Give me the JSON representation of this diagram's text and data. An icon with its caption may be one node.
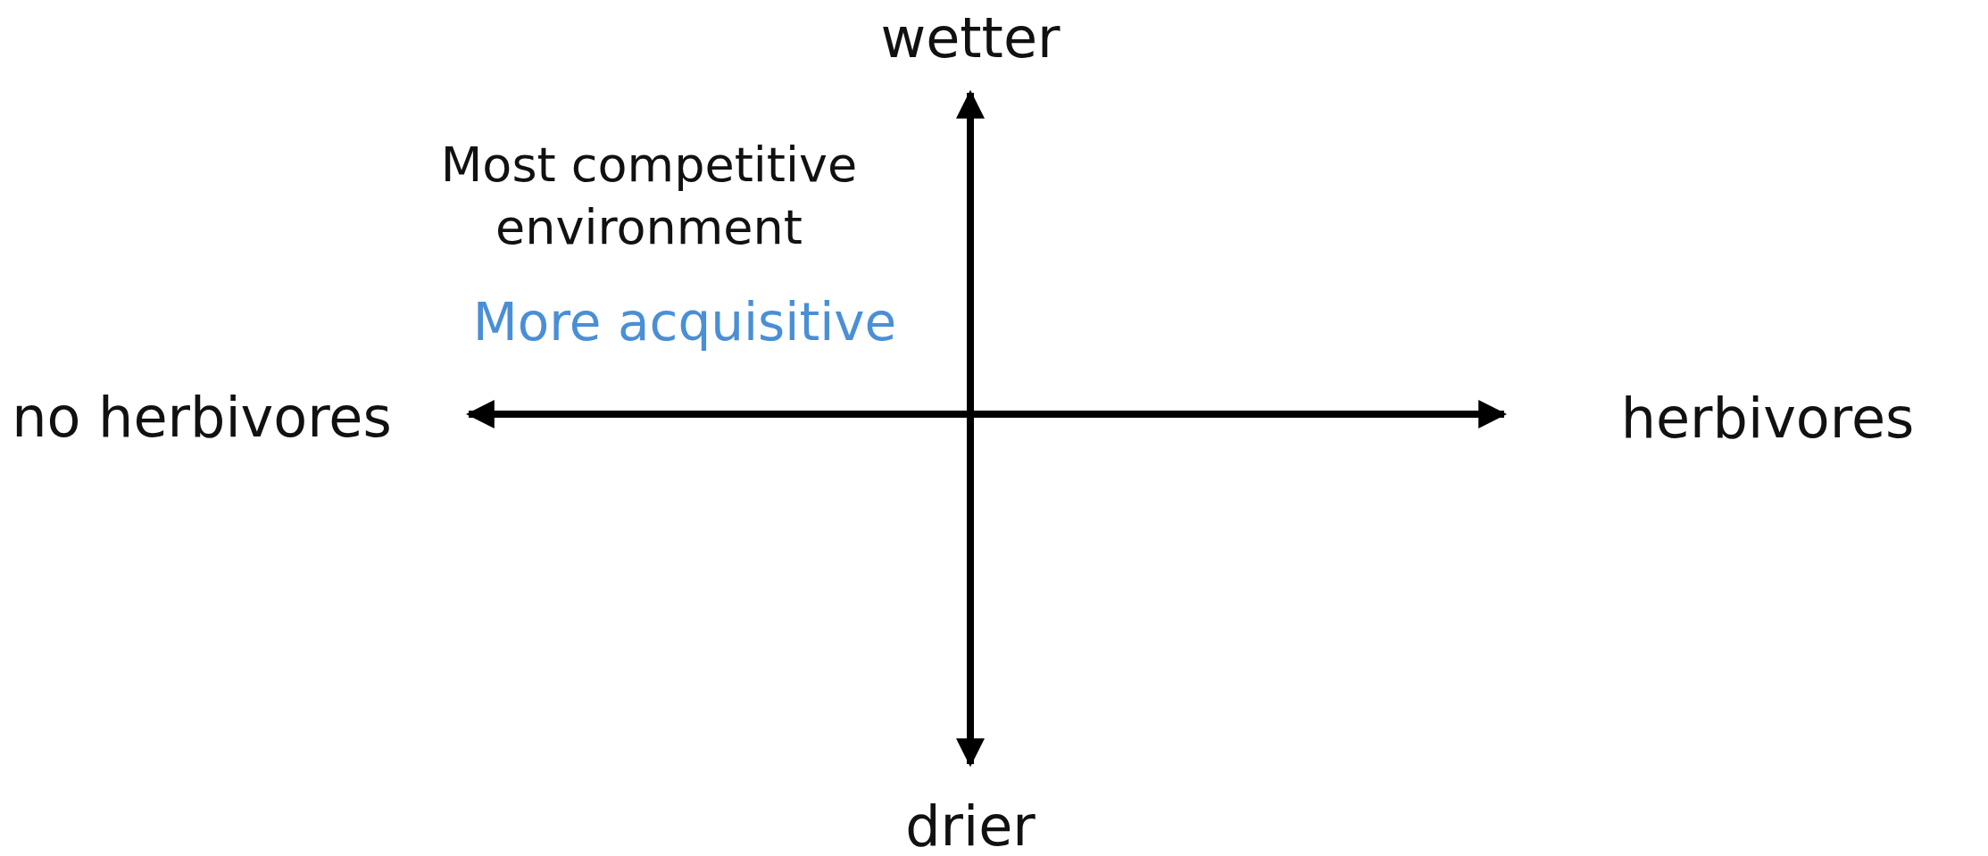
{
  "diagram": {
    "labels": [
      "wetter",
      "Most competitive environment",
      "More acquisitive",
      "no herbivores",
      "herbivores",
      "drier"
    ]
  }
}
